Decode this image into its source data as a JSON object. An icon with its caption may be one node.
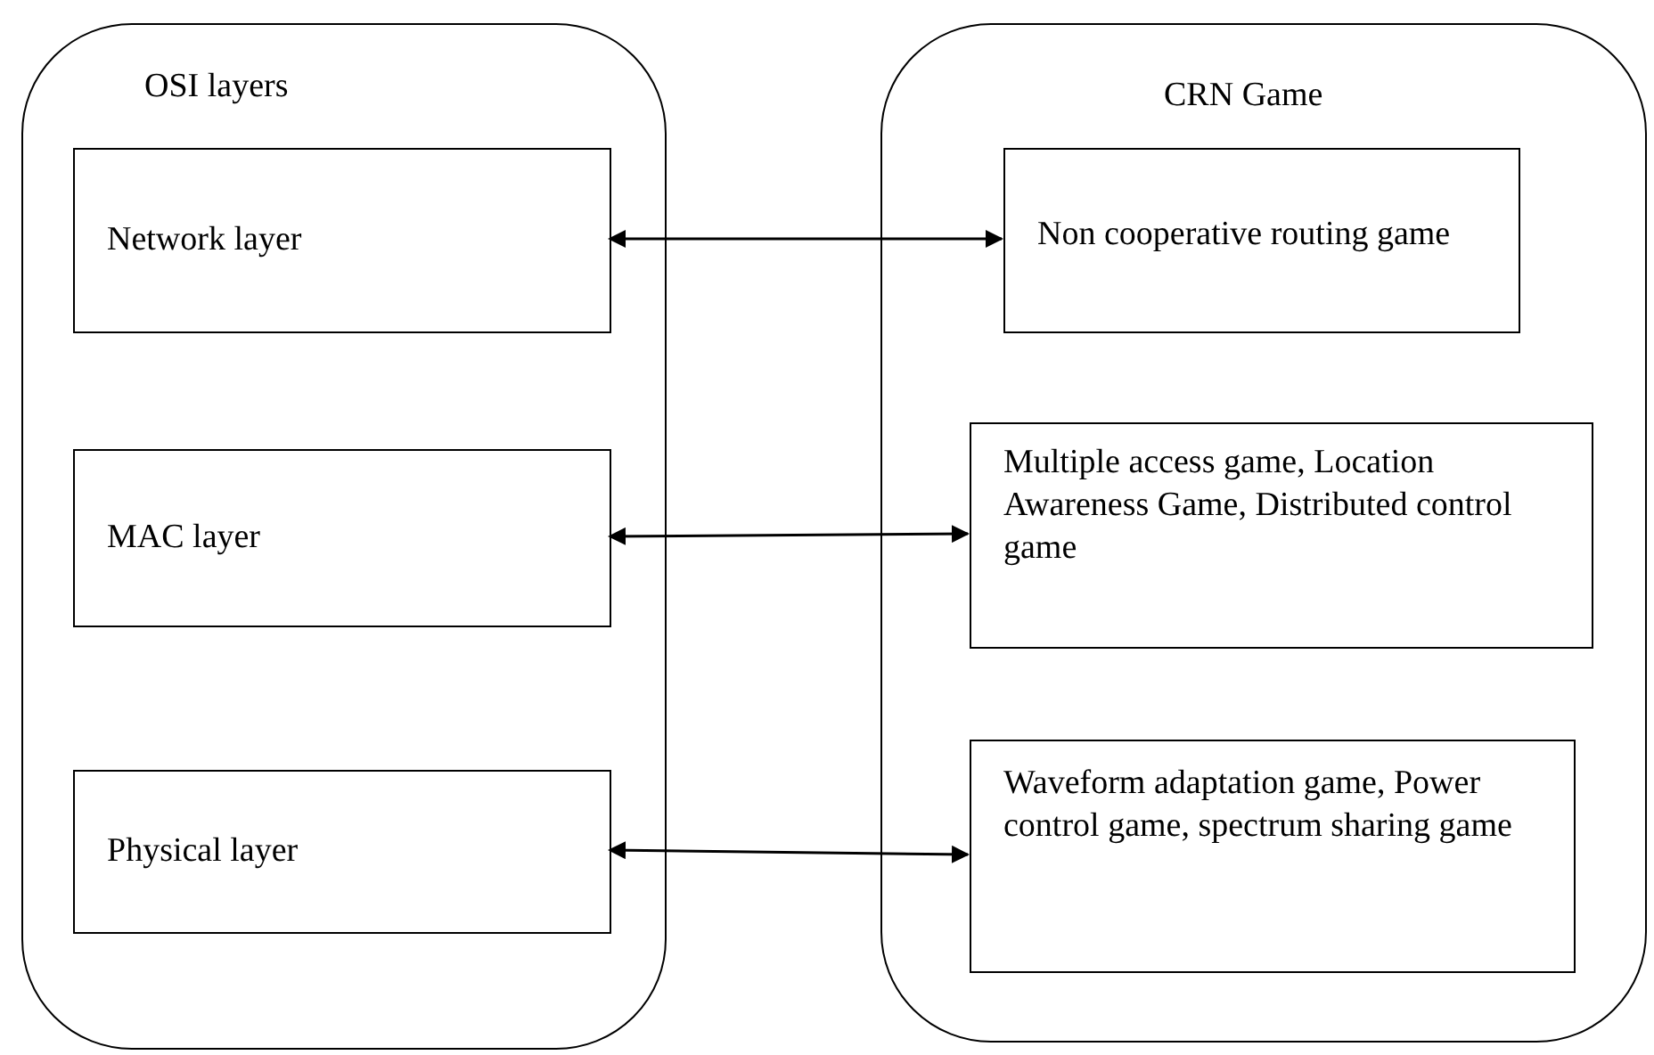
{
  "diagram": {
    "nodes": [
      {
        "text": [
          "OSI layers"
        ]
      },
      {
        "text": [
          "Network layer"
        ],
        "in": 0
      },
      {
        "text": [
          "MAC layer"
        ],
        "in": 0
      },
      {
        "text": [
          "Physical layer"
        ],
        "in": 0
      },
      {
        "text": [
          "CRN Game"
        ]
      },
      {
        "text": [
          "Non cooperative routing game"
        ],
        "in": 4
      },
      {
        "text": [
          "Multiple access game, Location Awareness Game, Distributed control game"
        ],
        "in": 4
      },
      {
        "text": [
          "Waveform adaptation game, Power control game, spectrum sharing game"
        ],
        "in": 4
      }
    ],
    "edges": [
      {
        "from": 1,
        "to": 5,
        "arrow": "both"
      },
      {
        "from": 2,
        "to": 6,
        "arrow": "both"
      },
      {
        "from": 3,
        "to": 7,
        "arrow": "both"
      }
    ]
  }
}
